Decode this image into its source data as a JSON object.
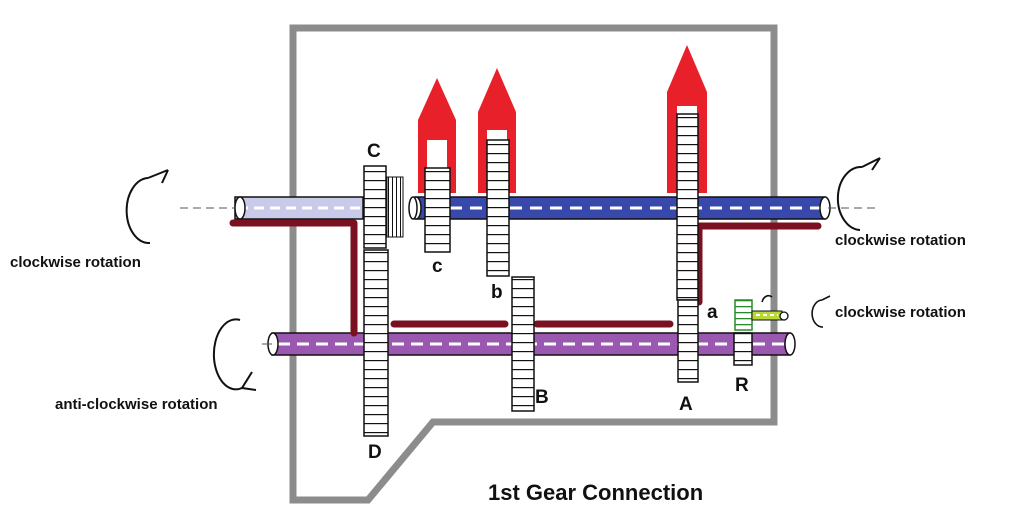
{
  "title": "1st Gear Connection",
  "rotation_labels": {
    "input_left": "clockwise rotation",
    "output_right": "clockwise rotation",
    "countershaft_left": "anti-clockwise rotation",
    "reverse_idler": "clockwise rotation"
  },
  "gear_labels": {
    "C": "C",
    "c": "c",
    "b": "b",
    "a": "a",
    "D": "D",
    "B": "B",
    "A": "A",
    "R": "R"
  },
  "colors": {
    "casing": "#8c8c8c",
    "main_shaft": "#3949ab",
    "countershaft": "#9a58b0",
    "power_path": "#7a1020",
    "selector_fork": "#e8202a",
    "reverse_idler": "#38a838",
    "idler_shaft": "#b8d838"
  }
}
